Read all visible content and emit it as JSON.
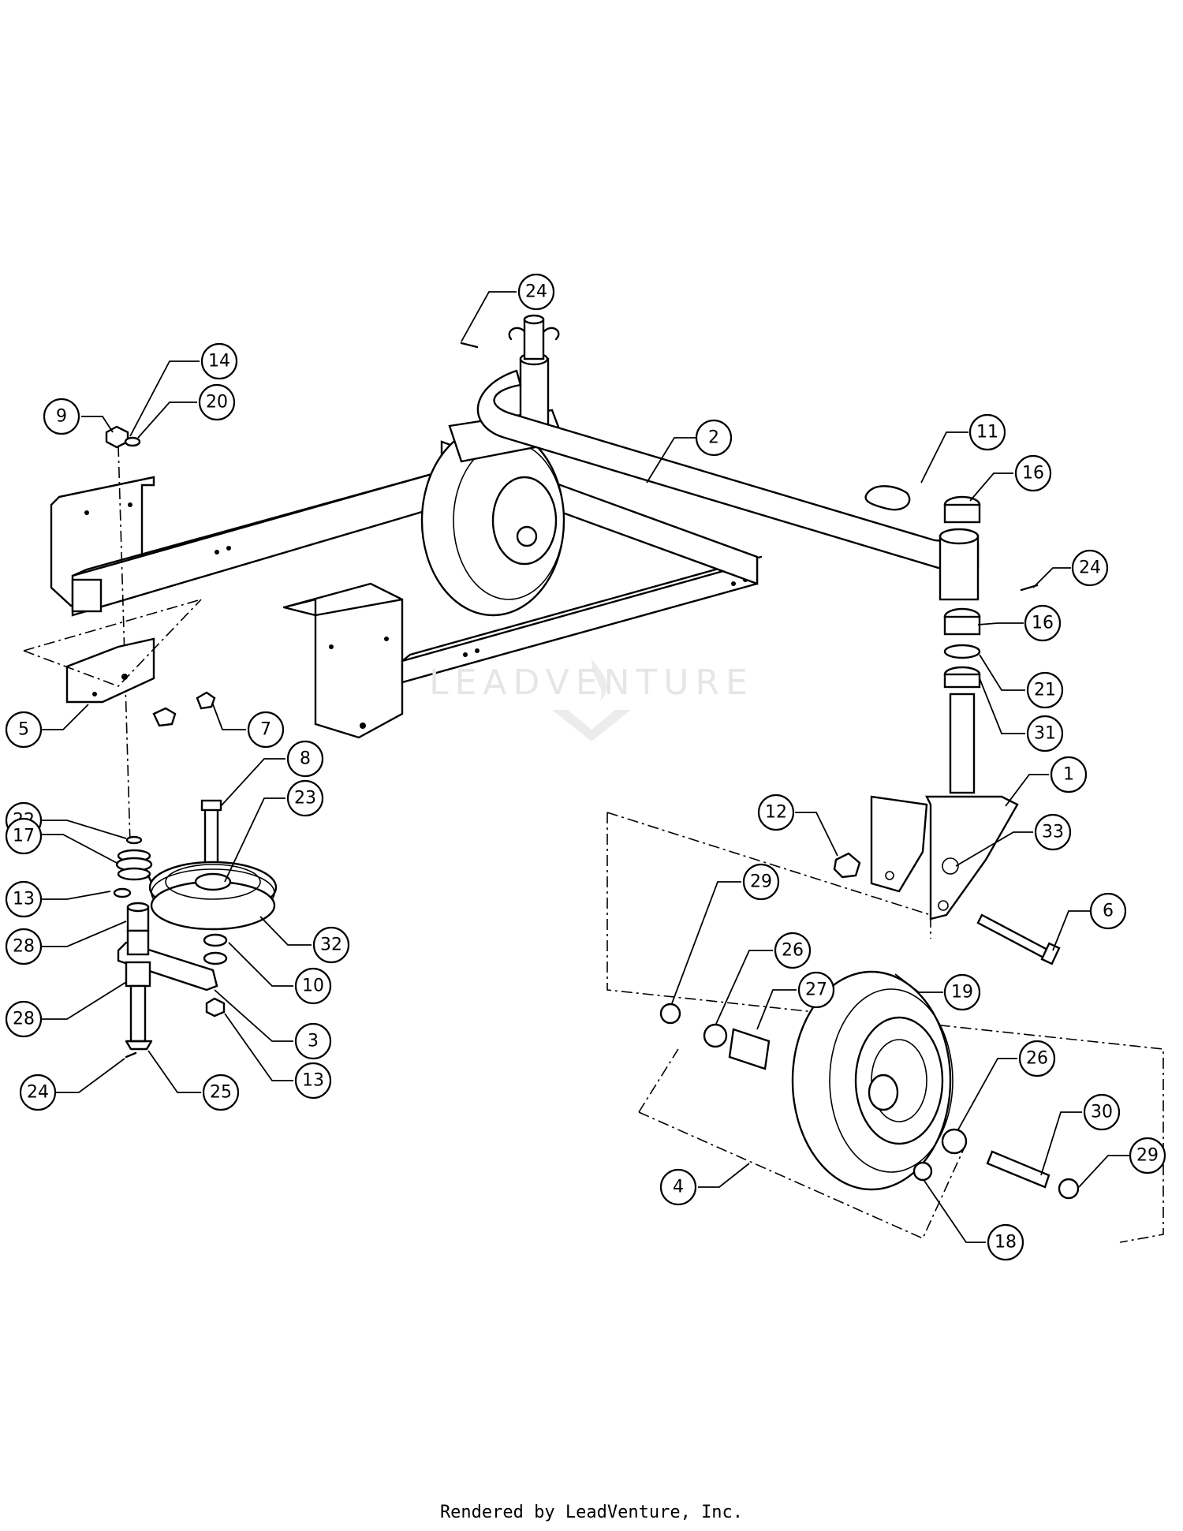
{
  "watermark": {
    "text": "LEADVENTURE"
  },
  "footer": {
    "text": "Rendered by LeadVenture, Inc."
  },
  "callouts": [
    {
      "label": "24"
    },
    {
      "label": "14"
    },
    {
      "label": "9"
    },
    {
      "label": "20"
    },
    {
      "label": "2"
    },
    {
      "label": "11"
    },
    {
      "label": "16"
    },
    {
      "label": "24"
    },
    {
      "label": "16"
    },
    {
      "label": "21"
    },
    {
      "label": "31"
    },
    {
      "label": "5"
    },
    {
      "label": "7"
    },
    {
      "label": "8"
    },
    {
      "label": "23"
    },
    {
      "label": "22"
    },
    {
      "label": "17"
    },
    {
      "label": "13"
    },
    {
      "label": "28"
    },
    {
      "label": "32"
    },
    {
      "label": "10"
    },
    {
      "label": "28"
    },
    {
      "label": "3"
    },
    {
      "label": "13"
    },
    {
      "label": "24"
    },
    {
      "label": "25"
    },
    {
      "label": "1"
    },
    {
      "label": "12"
    },
    {
      "label": "33"
    },
    {
      "label": "6"
    },
    {
      "label": "29"
    },
    {
      "label": "26"
    },
    {
      "label": "27"
    },
    {
      "label": "19"
    },
    {
      "label": "26"
    },
    {
      "label": "30"
    },
    {
      "label": "29"
    },
    {
      "label": "18"
    },
    {
      "label": "4"
    }
  ]
}
